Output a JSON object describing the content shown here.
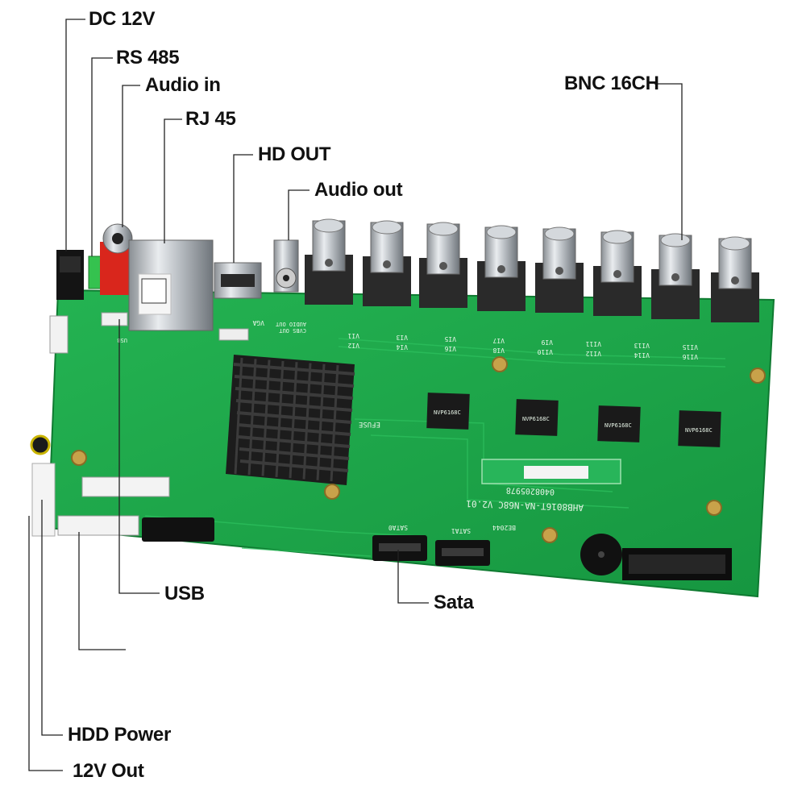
{
  "callouts": {
    "dc12v": "DC 12V",
    "rs485": "RS 485",
    "audio_in": "Audio in",
    "rj45": "RJ 45",
    "hd_out": "HD OUT",
    "audio_out": "Audio out",
    "bnc": "BNC 16CH",
    "usb": "USB",
    "sata": "Sata",
    "hdd_power": "HDD Power",
    "out12v": "12V Out"
  },
  "board": {
    "model_text": "AHB8016T-NA-N68C V2.01",
    "serial_text": "0408205978",
    "efuse": "EFUSE",
    "vga": "VGA",
    "cvbs": "CVBS OUT",
    "audio_out_silk": "AUDIO OUT",
    "usb_silk": "USB",
    "sata0": "SATA0",
    "sata1": "SATA1",
    "be": "BE2044",
    "chip_label": "NVP6168C",
    "channel_labels": [
      "VI1",
      "VI2",
      "VI3",
      "VI4",
      "VI5",
      "VI6",
      "VI7",
      "VI8",
      "VI9",
      "VI10",
      "VI11",
      "VI12",
      "VI13",
      "VI14",
      "VI15",
      "VI16"
    ]
  },
  "colors": {
    "pcb": "#1fa84a",
    "pcb_dark": "#148a38",
    "heatsink": "#1c1c1c",
    "leader": "#222222"
  }
}
